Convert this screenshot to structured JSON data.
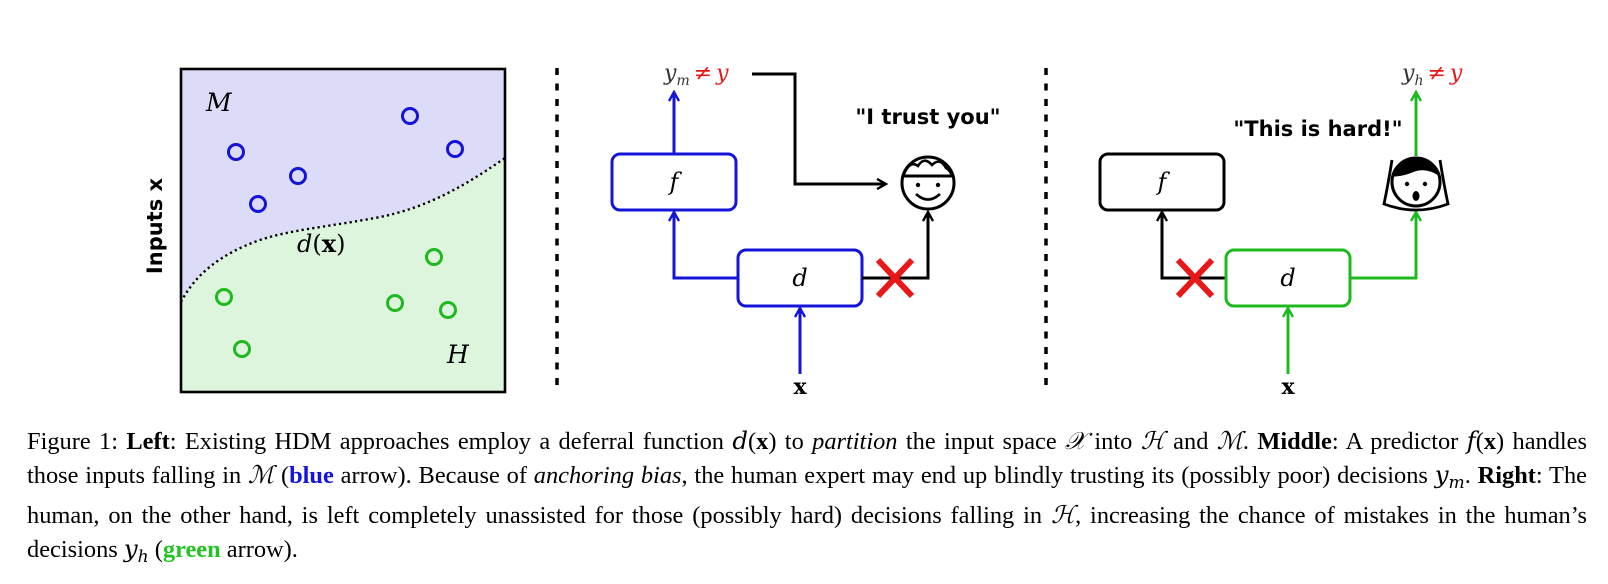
{
  "left_panel": {
    "y_axis_label": "Inputs x",
    "region_model": "M",
    "region_human": "H",
    "boundary_label_fn": "d",
    "boundary_label_arg": "x",
    "colors": {
      "model_region": "#dcdcf8",
      "human_region": "#dcf5dc",
      "model_points": "#1414d8",
      "human_points": "#20b820"
    }
  },
  "middle_panel": {
    "top_label_var": "y",
    "top_label_sub": "m",
    "top_label_rel": "≠",
    "top_label_rhs": "y",
    "speech": "\"I trust you\"",
    "predictor_label": "f",
    "deferral_label": "d",
    "input_label": "x"
  },
  "right_panel": {
    "top_label_var": "y",
    "top_label_sub": "h",
    "top_label_rel": "≠",
    "top_label_rhs": "y",
    "speech": "\"This is hard!\"",
    "predictor_label": "f",
    "deferral_label": "d",
    "input_label": "x"
  },
  "caption": {
    "figure_label": "Figure 1:",
    "left_head": "Left",
    "t1": ": Existing HDM approaches employ a deferral function ",
    "d_fn": "d",
    "x_arg": "x",
    "t2": " to ",
    "partition": "partition",
    "t3": " the input space ",
    "X_space": "𝒳",
    "t4": " into ",
    "H_set": "ℋ",
    "t5": " and ",
    "M_set": "ℳ",
    "t6": ". ",
    "middle_head": "Middle",
    "t7": ": A predictor ",
    "f_fn": "f",
    "t8": " handles those inputs falling in ",
    "t9": " (",
    "blue": "blue",
    "t10": " arrow). Because of ",
    "anchoring": "anchoring bias",
    "t11": ", the human expert may end up blindly trusting its (possibly poor) decisions ",
    "y_var": "y",
    "m_sub": "m",
    "t12": ". ",
    "right_head": "Right",
    "t13": ": The human, on the other hand, is left completely unassisted for those (possibly hard) decisions falling in ",
    "t14": ", increasing the chance of mistakes in the human’s decisions ",
    "h_sub": "h",
    "t15": " (",
    "green": "green",
    "t16": " arrow)."
  }
}
